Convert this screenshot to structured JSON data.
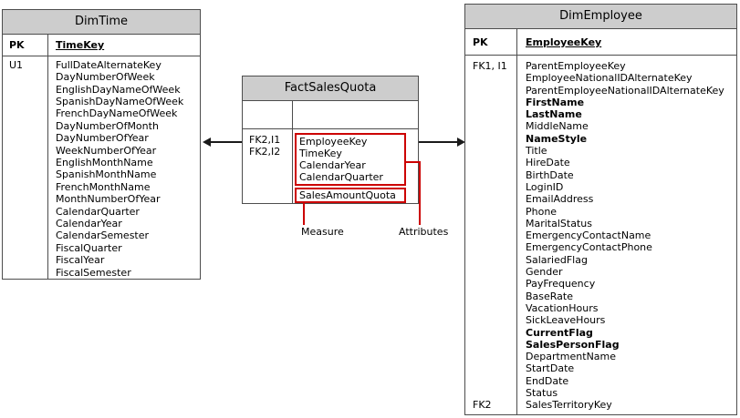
{
  "tables": {
    "dim_time": {
      "title": "DimTime",
      "pk_label": "PK",
      "pk_field": "TimeKey",
      "body_key_label": "U1",
      "attributes": [
        "FullDateAlternateKey",
        "DayNumberOfWeek",
        "EnglishDayNameOfWeek",
        "SpanishDayNameOfWeek",
        "FrenchDayNameOfWeek",
        "DayNumberOfMonth",
        "DayNumberOfYear",
        "WeekNumberOfYear",
        "EnglishMonthName",
        "SpanishMonthName",
        "FrenchMonthName",
        "MonthNumberOfYear",
        "CalendarQuarter",
        "CalendarYear",
        "CalendarSemester",
        "FiscalQuarter",
        "FiscalYear",
        "FiscalSemester"
      ]
    },
    "fact_sales_quota": {
      "title": "FactSalesQuota",
      "key_labels": [
        "FK2,I1",
        "FK2,I2"
      ],
      "attributes": [
        "EmployeeKey",
        "TimeKey",
        "CalendarYear",
        "CalendarQuarter"
      ],
      "measure": "SalesAmountQuota"
    },
    "dim_employee": {
      "title": "DimEmployee",
      "pk_label": "PK",
      "pk_field": "EmployeeKey",
      "fk_top_label": "FK1, I1",
      "fk_bottom_label": "FK2",
      "attributes": [
        {
          "t": "ParentEmployeeKey"
        },
        {
          "t": "EmployeeNationalIDAlternateKey"
        },
        {
          "t": "ParentEmployeeNationalIDAlternateKey"
        },
        {
          "t": "FirstName",
          "b": true
        },
        {
          "t": "LastName",
          "b": true
        },
        {
          "t": "MiddleName"
        },
        {
          "t": "NameStyle",
          "b": true
        },
        {
          "t": "Title"
        },
        {
          "t": "HireDate"
        },
        {
          "t": "BirthDate"
        },
        {
          "t": "LoginID"
        },
        {
          "t": "EmailAddress"
        },
        {
          "t": "Phone"
        },
        {
          "t": "MaritalStatus"
        },
        {
          "t": "EmergencyContactName"
        },
        {
          "t": "EmergencyContactPhone"
        },
        {
          "t": "SalariedFlag"
        },
        {
          "t": "Gender"
        },
        {
          "t": "PayFrequency"
        },
        {
          "t": "BaseRate"
        },
        {
          "t": "VacationHours"
        },
        {
          "t": "SickLeaveHours"
        },
        {
          "t": "CurrentFlag",
          "b": true
        },
        {
          "t": "SalesPersonFlag",
          "b": true
        },
        {
          "t": "DepartmentName"
        },
        {
          "t": "StartDate"
        },
        {
          "t": "EndDate"
        },
        {
          "t": "Status"
        },
        {
          "t": "SalesTerritoryKey"
        }
      ]
    }
  },
  "callouts": {
    "measure": "Measure",
    "attributes": "Attributes"
  },
  "colors": {
    "header_bg": "#cdcdcd",
    "table_border": "#4d4d4d",
    "highlight_red": "#cc0000",
    "arrow_black": "#1a1a1a"
  }
}
